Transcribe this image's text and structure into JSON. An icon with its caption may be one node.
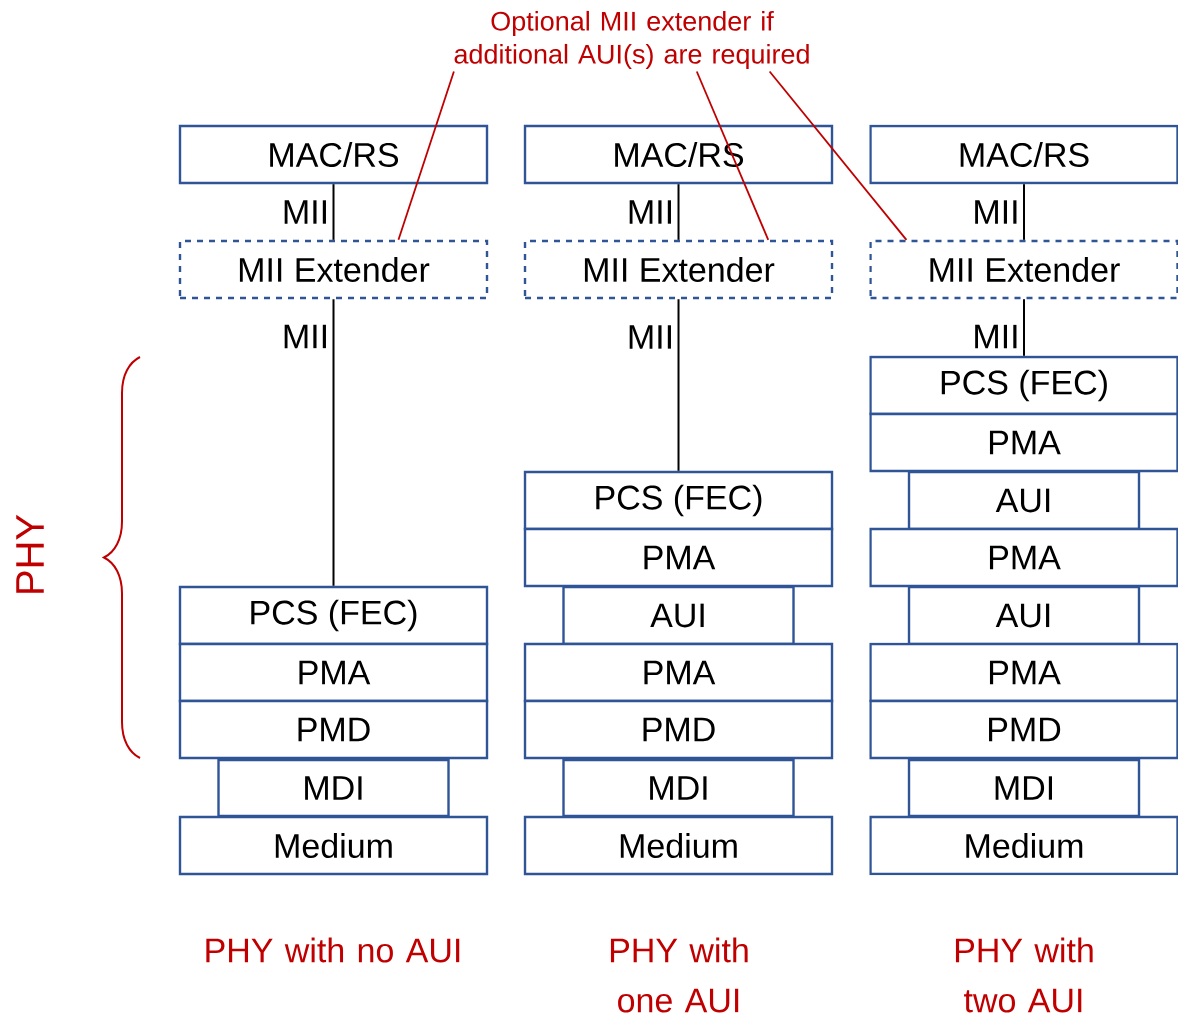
{
  "diagram": {
    "nodes": [
      {
        "text": [
          "Optional MII extender if additional AUI(s) are required"
        ]
      },
      {
        "text": [
          "MAC/RS"
        ]
      },
      {
        "text": [
          "MII Extender"
        ]
      },
      {
        "text": [
          "PCS (FEC)"
        ]
      },
      {
        "text": [
          "PMA"
        ]
      },
      {
        "text": [
          "PMD"
        ]
      },
      {
        "text": [
          "MDI"
        ]
      },
      {
        "text": [
          "Medium"
        ]
      },
      {
        "text": [
          "MAC/RS"
        ]
      },
      {
        "text": [
          "MII Extender"
        ]
      },
      {
        "text": [
          "PCS (FEC)"
        ]
      },
      {
        "text": [
          "PMA"
        ]
      },
      {
        "text": [
          "AUI"
        ]
      },
      {
        "text": [
          "PMA"
        ]
      },
      {
        "text": [
          "PMD"
        ]
      },
      {
        "text": [
          "MDI"
        ]
      },
      {
        "text": [
          "Medium"
        ]
      },
      {
        "text": [
          "MAC/RS"
        ]
      },
      {
        "text": [
          "MII Extender"
        ]
      },
      {
        "text": [
          "PCS (FEC)"
        ]
      },
      {
        "text": [
          "PMA"
        ]
      },
      {
        "text": [
          "AUI"
        ]
      },
      {
        "text": [
          "PMA"
        ]
      },
      {
        "text": [
          "AUI"
        ]
      },
      {
        "text": [
          "PMA"
        ]
      },
      {
        "text": [
          "PMD"
        ]
      },
      {
        "text": [
          "MDI"
        ]
      },
      {
        "text": [
          "Medium"
        ]
      }
    ],
    "edges": [
      {
        "from": 1,
        "to": 2,
        "arrow": "none",
        "label": "MII"
      },
      {
        "from": 2,
        "to": 3,
        "arrow": "none",
        "label": "MII"
      },
      {
        "from": 8,
        "to": 9,
        "arrow": "none",
        "label": "MII"
      },
      {
        "from": 9,
        "to": 10,
        "arrow": "none",
        "label": "MII"
      },
      {
        "from": 17,
        "to": 18,
        "arrow": "none",
        "label": "MII"
      },
      {
        "from": 18,
        "to": 19,
        "arrow": "none",
        "label": "MII"
      },
      {
        "from": 0,
        "to": 2,
        "arrow": "none",
        "color": "#c00000"
      },
      {
        "from": 0,
        "to": 9,
        "arrow": "none",
        "color": "#c00000"
      },
      {
        "from": 0,
        "to": 18,
        "arrow": "none",
        "color": "#c00000"
      }
    ],
    "labels": [
      "PHY",
      "PHY with no AUI",
      "PHY with one AUI",
      "PHY with two AUI"
    ]
  }
}
